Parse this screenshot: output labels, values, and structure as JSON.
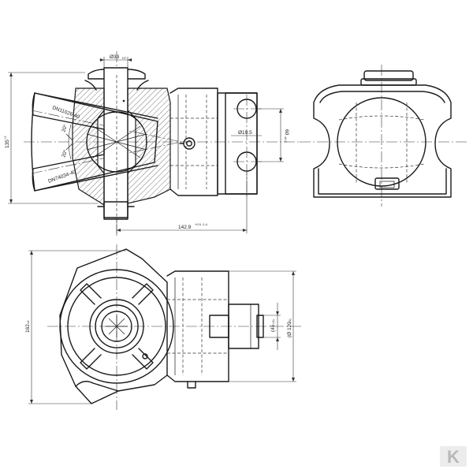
{
  "dimensions": {
    "top_bore": {
      "text": "Ø33",
      "tol": "H7"
    },
    "height_left": {
      "text": "135",
      "tol": "+2"
    },
    "angle_upper": "20°",
    "angle_lower": "20°",
    "hose_upper": "DN11026-40",
    "hose_lower": "DN74034-40",
    "hole_dia": "Ø19.5",
    "hole_spacing": {
      "text": "60",
      "tol": "±0.2"
    },
    "horizontal": {
      "text": "142.9",
      "tol": "+0.5 -1.4"
    },
    "plan_height": {
      "text": "162",
      "tol": "±3"
    },
    "plan_small": {
      "text": "(45",
      "tol": "±1)"
    },
    "plan_dia": {
      "text": "(Ø 120",
      "tol": "±1)"
    }
  },
  "logo": {
    "text": "K"
  },
  "colors": {
    "line": "#1a1a1a",
    "background": "#ffffff"
  }
}
